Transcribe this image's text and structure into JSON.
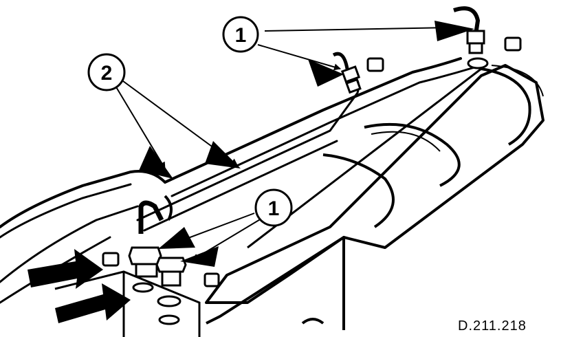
{
  "figure": {
    "reference_code": "D.211.218",
    "callouts": [
      {
        "id": "c1-top",
        "label": "1"
      },
      {
        "id": "c2",
        "label": "2"
      },
      {
        "id": "c1-mid",
        "label": "1"
      }
    ]
  }
}
